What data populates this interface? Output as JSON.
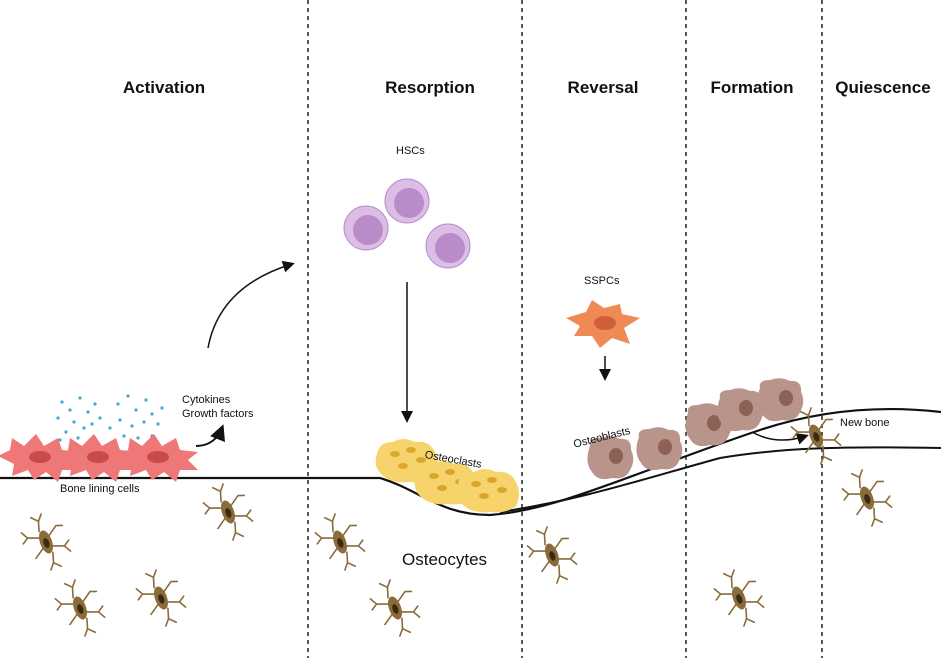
{
  "phases": [
    {
      "title": "Activation"
    },
    {
      "title": "Resorption"
    },
    {
      "title": "Reversal"
    },
    {
      "title": "Formation"
    },
    {
      "title": "Quiescence"
    }
  ],
  "labels": {
    "hscs": "HSCs",
    "sspcs": "SSPCs",
    "cytokines": "Cytokines",
    "growth_factors": "Growth factors",
    "bone_lining_cells": "Bone lining cells",
    "osteoclasts": "Osteoclasts",
    "osteoblasts": "Osteoblasts",
    "new_bone": "New bone",
    "osteocytes": "Osteocytes"
  },
  "colors": {
    "lining_cell": "#ee7777",
    "lining_nucleus": "#c94a4a",
    "hsc_outer": "#dcbde6",
    "hsc_inner": "#b98cc9",
    "sspc": "#f08a55",
    "sspc_nucleus": "#d0603a",
    "osteoclast": "#f6d46b",
    "osteoclast_nucleus": "#d9a82a",
    "osteoblast": "#b9948a",
    "osteoblast_nucleus": "#8e6157",
    "osteocyte": "#8a6b3a",
    "cytokine_dots": "#3fa8d8"
  }
}
